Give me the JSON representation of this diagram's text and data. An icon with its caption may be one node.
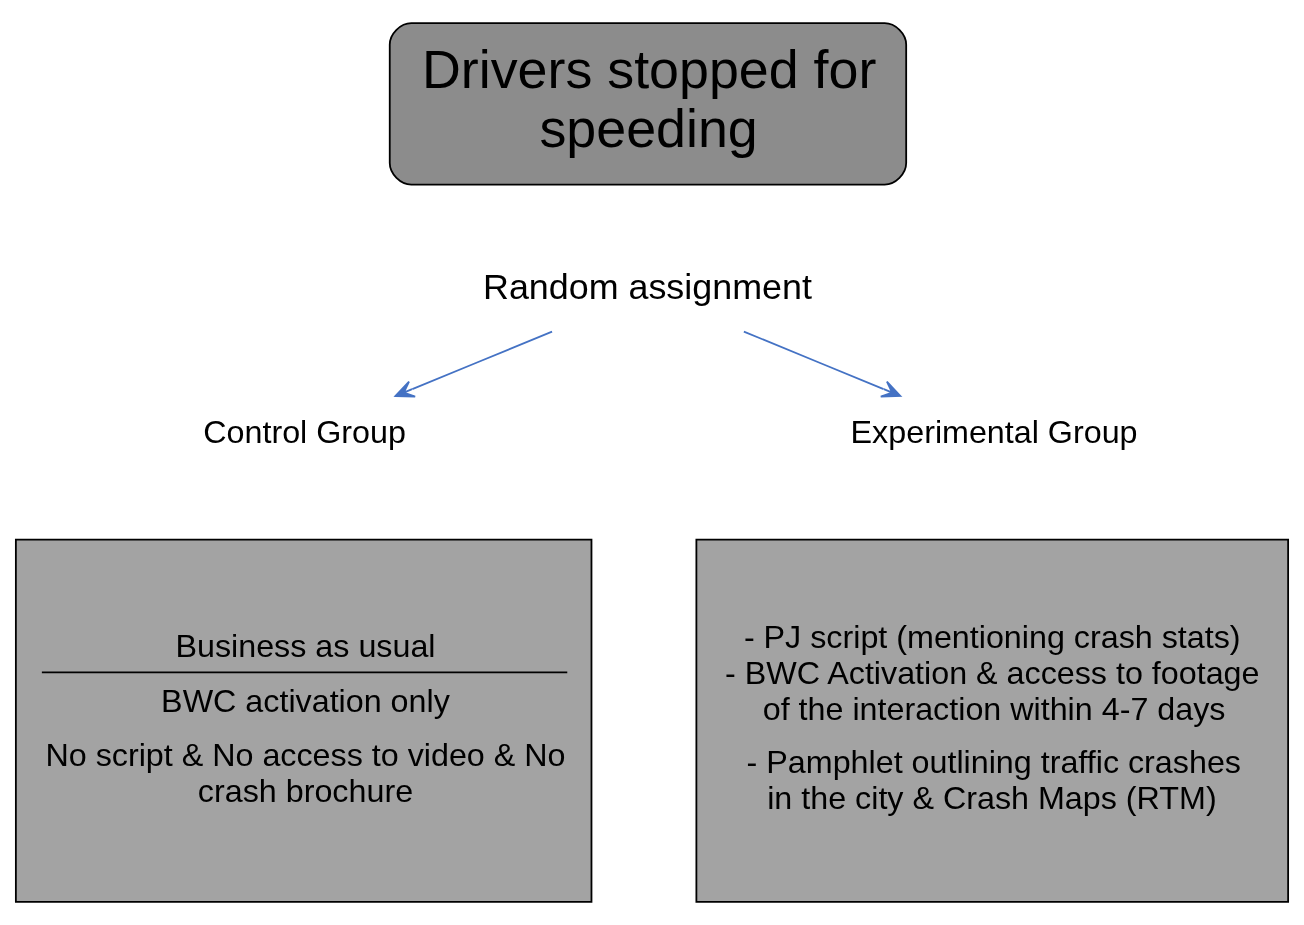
{
  "diagram": {
    "nodes": [
      {
        "text": [
          "Drivers stopped for speeding"
        ]
      },
      {
        "text": [
          "Random assignment"
        ]
      },
      {
        "text": [
          "Control Group"
        ]
      },
      {
        "text": [
          "Experimental Group"
        ]
      },
      {
        "text": [
          "Business as usual",
          "BWC activation only",
          "No script & No access to video & No crash brochure"
        ]
      },
      {
        "text": [
          "- PJ script (mentioning crash stats) - BWC Activation & access to footage of the interaction within 4-7 days",
          "- Pamphlet outlining traffic crashes in the city & Crash Maps (RTM)"
        ]
      }
    ],
    "edges": [
      {
        "from": 1,
        "to": 2,
        "arrow": "to"
      },
      {
        "from": 1,
        "to": 3,
        "arrow": "to"
      }
    ]
  }
}
